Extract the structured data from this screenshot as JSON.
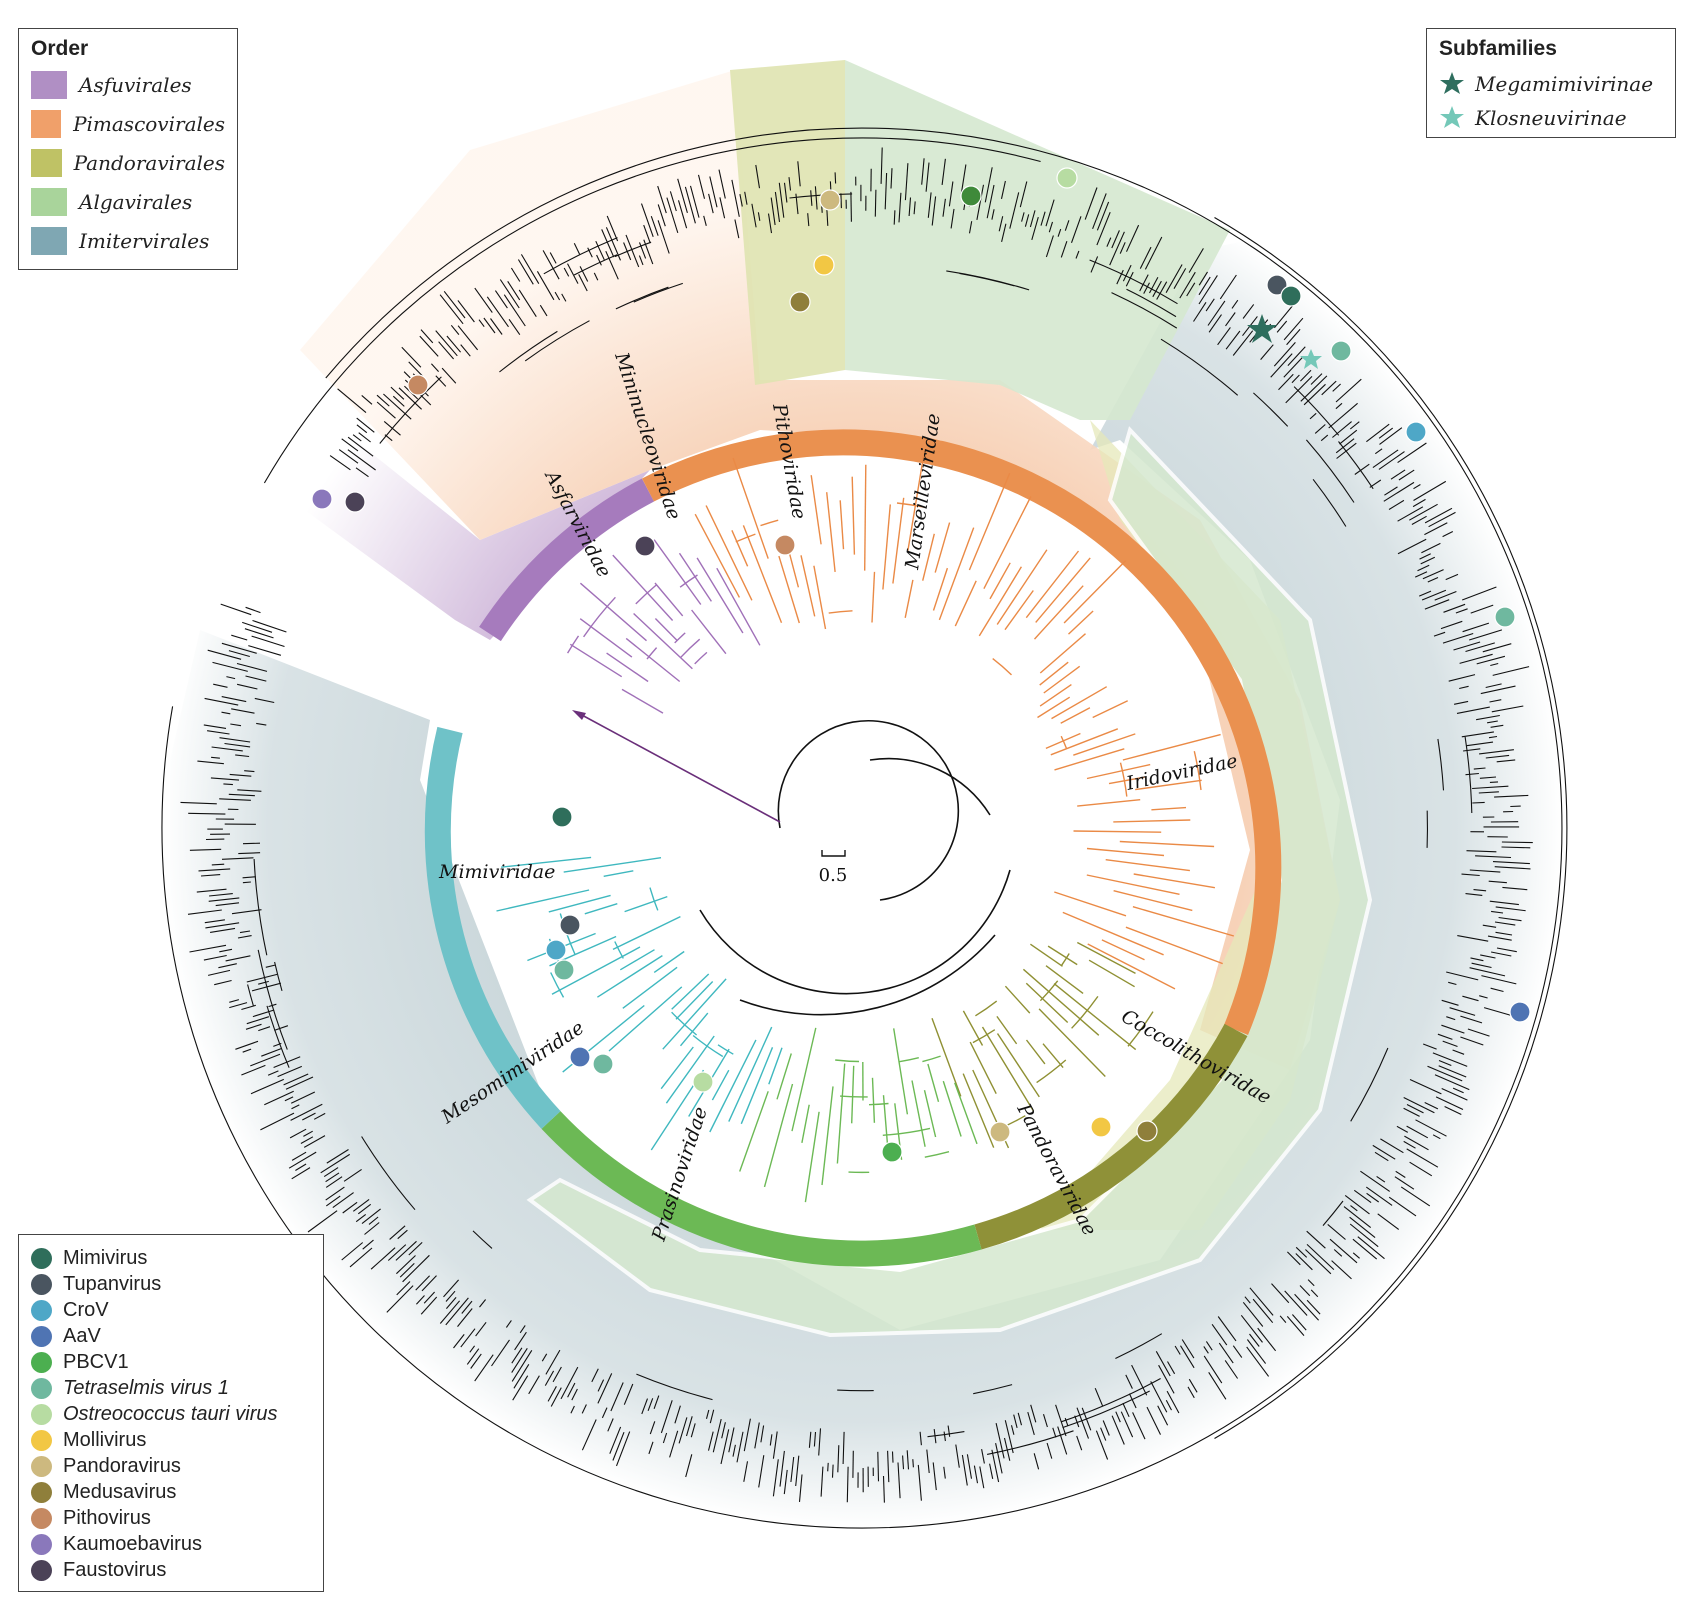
{
  "order_legend": {
    "title": "Order",
    "items": [
      {
        "label": "Asfuvirales",
        "color": "#b08fc4"
      },
      {
        "label": "Pimascovirales",
        "color": "#f0a06a"
      },
      {
        "label": "Pandoravirales",
        "color": "#bfc265"
      },
      {
        "label": "Algavirales",
        "color": "#a9d49b"
      },
      {
        "label": "Imitervirales",
        "color": "#7fa7b3"
      }
    ]
  },
  "subfamily_legend": {
    "title": "Subfamilies",
    "items": [
      {
        "label": "Megamimivirinae",
        "color": "#2e6e5e"
      },
      {
        "label": "Klosneuvirinae",
        "color": "#74c8b8"
      }
    ]
  },
  "virus_legend": {
    "items": [
      {
        "label": "Mimivirus",
        "color": "#2f6e5b",
        "italic": false
      },
      {
        "label": "Tupanvirus",
        "color": "#4a5560",
        "italic": false
      },
      {
        "label": "CroV",
        "color": "#4ea7c7",
        "italic": false
      },
      {
        "label": "AaV",
        "color": "#4f74b3",
        "italic": false
      },
      {
        "label": "PBCV1",
        "color": "#4caf50",
        "italic": false
      },
      {
        "label": "Tetraselmis virus 1",
        "color": "#6fb89f",
        "italic": true
      },
      {
        "label": "Ostreococcus tauri virus",
        "color": "#b7dca2",
        "italic": true
      },
      {
        "label": "Mollivirus",
        "color": "#f2c744",
        "italic": false
      },
      {
        "label": "Pandoravirus",
        "color": "#cdb97f",
        "italic": false
      },
      {
        "label": "Medusavirus",
        "color": "#8f7f3b",
        "italic": false
      },
      {
        "label": "Pithovirus",
        "color": "#c58962",
        "italic": false
      },
      {
        "label": "Kaumoebavirus",
        "color": "#8a78bb",
        "italic": false
      },
      {
        "label": "Faustovirus",
        "color": "#4b4257",
        "italic": false
      }
    ]
  },
  "family_labels": [
    {
      "text": "Asfarviridae",
      "color": "#a070b8"
    },
    {
      "text": "Mininucleoviridae",
      "color": "#ea8a46"
    },
    {
      "text": "Pithoviridae",
      "color": "#ea8a46"
    },
    {
      "text": "Marseilleviridae",
      "color": "#ea8a46"
    },
    {
      "text": "Iridoviridae",
      "color": "#ea8a46"
    },
    {
      "text": "Coccolithoviridae",
      "color": "#7f9a3a"
    },
    {
      "text": "Pandoraviridae",
      "color": "#8f9033"
    },
    {
      "text": "Prasinoviridae",
      "color": "#6cb955"
    },
    {
      "text": "Mesomimiviridae",
      "color": "#66c2c8"
    },
    {
      "text": "Mimiviridae",
      "color": "#66c2c8"
    }
  ],
  "scale_bar": {
    "label": "0.5"
  }
}
